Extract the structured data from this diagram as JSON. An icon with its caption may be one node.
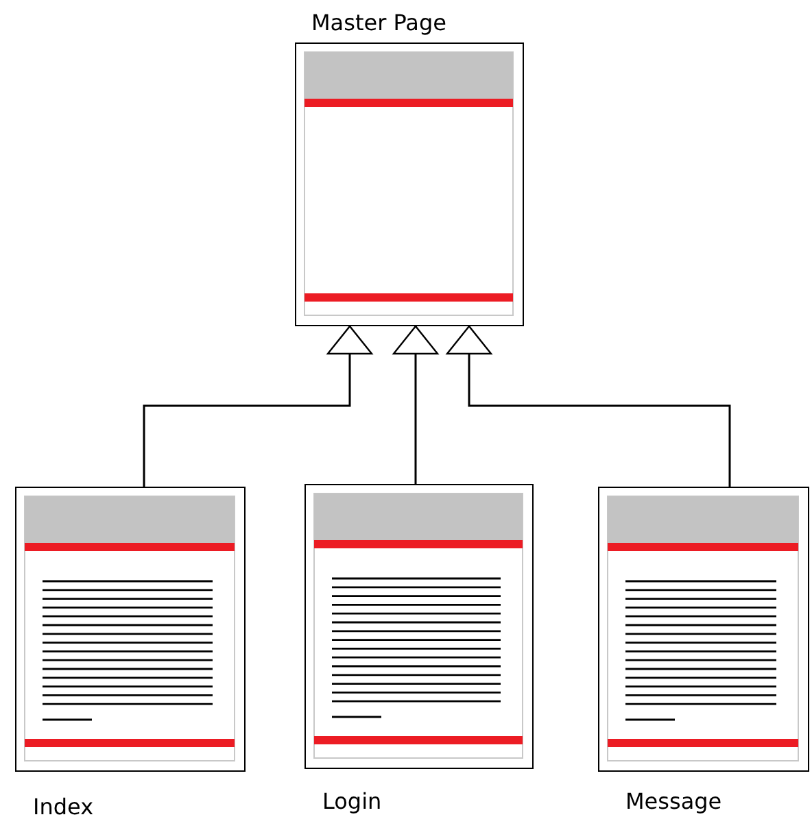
{
  "diagram": {
    "nodes": [
      {
        "text": [
          "Master Page"
        ]
      },
      {
        "text": [
          "Index"
        ]
      },
      {
        "text": [
          "Login"
        ]
      },
      {
        "text": [
          "Message"
        ]
      }
    ],
    "edges": [
      {
        "from": 1,
        "to": 0,
        "arrow": "to"
      },
      {
        "from": 2,
        "to": 0,
        "arrow": "to"
      },
      {
        "from": 3,
        "to": 0,
        "arrow": "to"
      }
    ]
  }
}
